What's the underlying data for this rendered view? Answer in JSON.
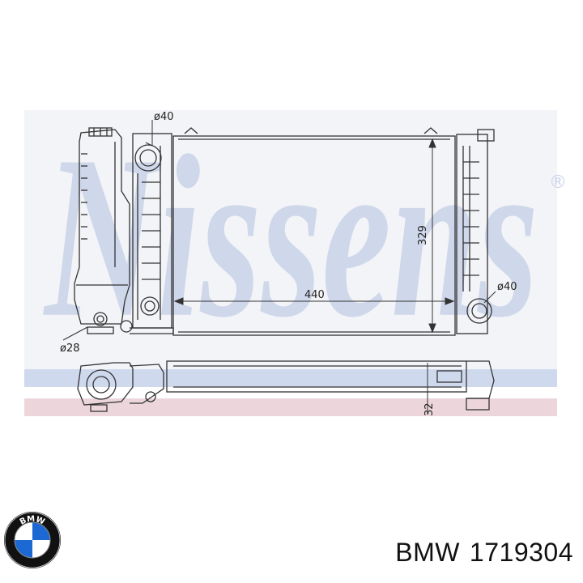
{
  "watermark": {
    "text": "Nissens",
    "registered_mark": "®",
    "color": "#c9d3e8",
    "band_blue": "#cfd9ee",
    "band_pink": "#ecd6dc"
  },
  "dimensions": {
    "hose_top": "ø40",
    "hose_right": "ø40",
    "hose_small": "ø28",
    "width": "440",
    "height": "329",
    "depth": "32"
  },
  "brand": {
    "name": "BMW",
    "logo_letters": "BMW",
    "logo_blue": "#1c69d4"
  },
  "part": {
    "manufacturer": "BMW",
    "number": "1719304"
  }
}
